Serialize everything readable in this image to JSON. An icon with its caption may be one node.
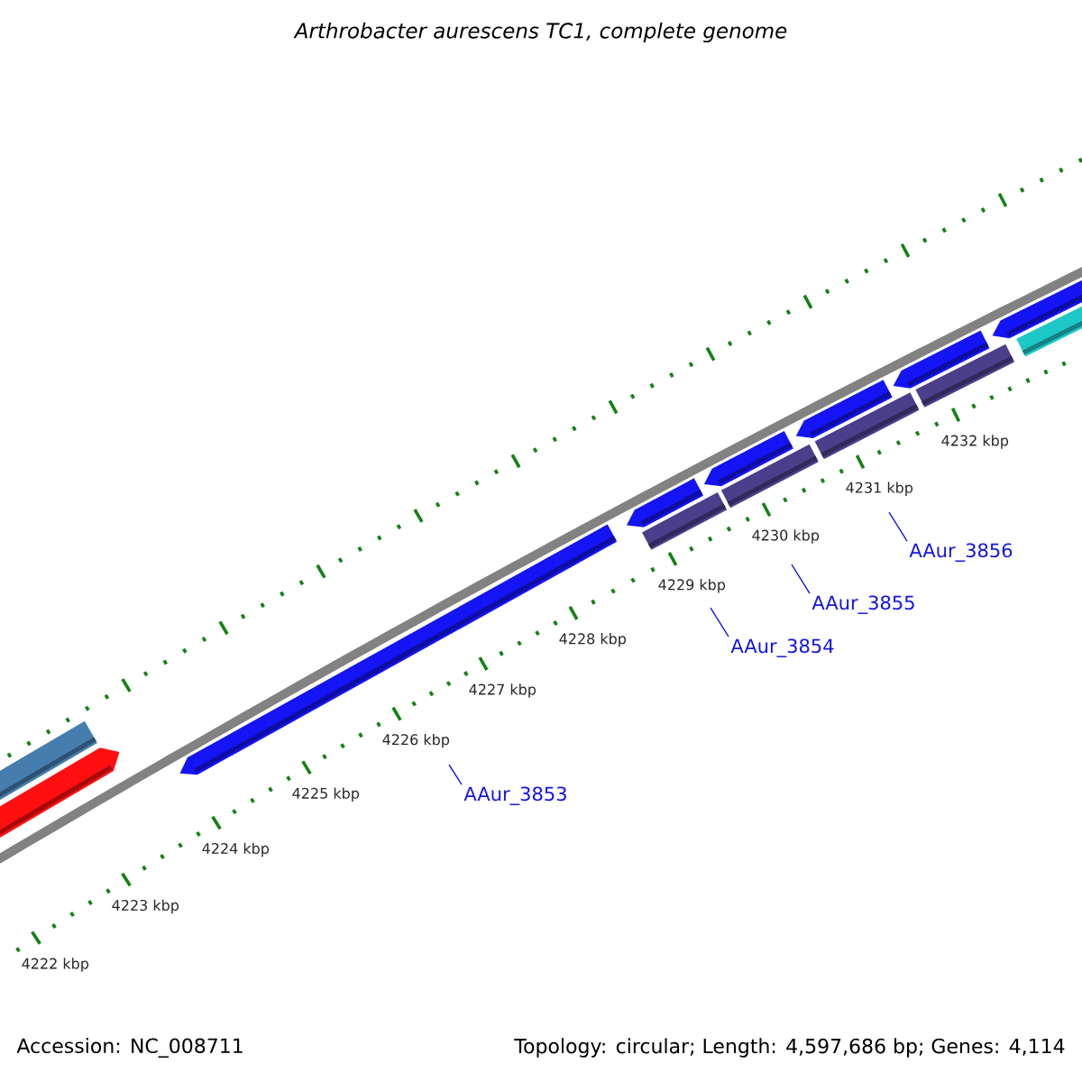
{
  "diagram": {
    "title": "Arthrobacter aurescens TC1, complete genome",
    "nodes": [
      {
        "text": [
          "AAur_3853"
        ]
      },
      {
        "text": [
          "AAur_3854"
        ]
      },
      {
        "text": [
          "AAur_3855"
        ]
      },
      {
        "text": [
          "AAur_3856"
        ]
      }
    ],
    "edges": [
      {
        "from": 0,
        "to": null,
        "arrow": "none"
      },
      {
        "from": 1,
        "to": null,
        "arrow": "none"
      },
      {
        "from": 2,
        "to": null,
        "arrow": "none"
      },
      {
        "from": 3,
        "to": null,
        "arrow": "none"
      }
    ],
    "labels": [
      "4222 kbp",
      "4223 kbp",
      "4224 kbp",
      "4225 kbp",
      "4226 kbp",
      "4227 kbp",
      "4228 kbp",
      "4229 kbp",
      "4230 kbp",
      "4231 kbp",
      "4232 kbp",
      "Accession: NC_008711",
      "Topology: circular; Length: 4,597,686 bp; Genes: 4,114"
    ]
  }
}
